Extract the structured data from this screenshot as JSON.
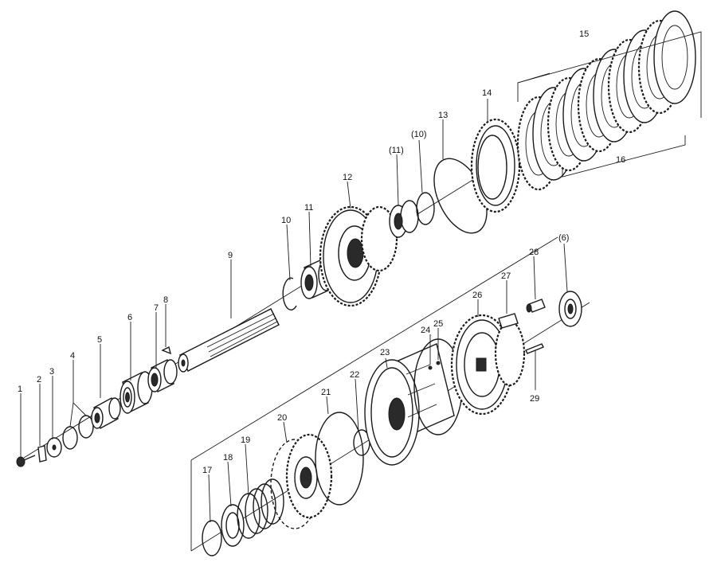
{
  "labels": [
    {
      "id": "p1",
      "text": "1"
    },
    {
      "id": "p2",
      "text": "2"
    },
    {
      "id": "p3",
      "text": "3"
    },
    {
      "id": "p4",
      "text": "4"
    },
    {
      "id": "p5",
      "text": "5"
    },
    {
      "id": "p6",
      "text": "6"
    },
    {
      "id": "p7",
      "text": "7"
    },
    {
      "id": "p8",
      "text": "8"
    },
    {
      "id": "p9",
      "text": "9"
    },
    {
      "id": "p10",
      "text": "10"
    },
    {
      "id": "p11",
      "text": "11"
    },
    {
      "id": "p12",
      "text": "12"
    },
    {
      "id": "p11b",
      "text": "(11)"
    },
    {
      "id": "p10b",
      "text": "(10)"
    },
    {
      "id": "p13",
      "text": "13"
    },
    {
      "id": "p14",
      "text": "14"
    },
    {
      "id": "p15",
      "text": "15"
    },
    {
      "id": "p16",
      "text": "16"
    },
    {
      "id": "p17",
      "text": "17"
    },
    {
      "id": "p18",
      "text": "18"
    },
    {
      "id": "p19",
      "text": "19"
    },
    {
      "id": "p20",
      "text": "20"
    },
    {
      "id": "p21",
      "text": "21"
    },
    {
      "id": "p22",
      "text": "22"
    },
    {
      "id": "p23",
      "text": "23"
    },
    {
      "id": "p24",
      "text": "24"
    },
    {
      "id": "p25",
      "text": "25"
    },
    {
      "id": "p26",
      "text": "26"
    },
    {
      "id": "p27",
      "text": "27"
    },
    {
      "id": "p28",
      "text": "28"
    },
    {
      "id": "p29",
      "text": "29"
    },
    {
      "id": "p6b",
      "text": "(6)"
    }
  ]
}
